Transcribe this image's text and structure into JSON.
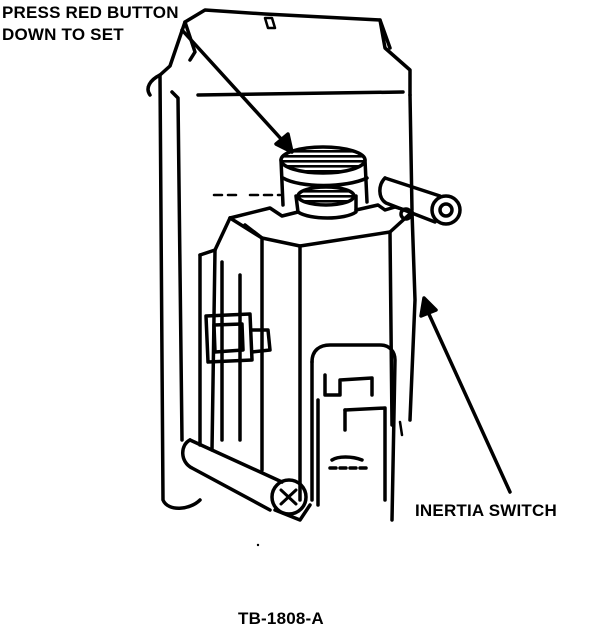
{
  "callouts": {
    "press_line1": "PRESS RED BUTTON",
    "press_line2": "DOWN TO SET",
    "inertia_switch": "INERTIA SWITCH"
  },
  "figure_id": "TB-1808-A"
}
